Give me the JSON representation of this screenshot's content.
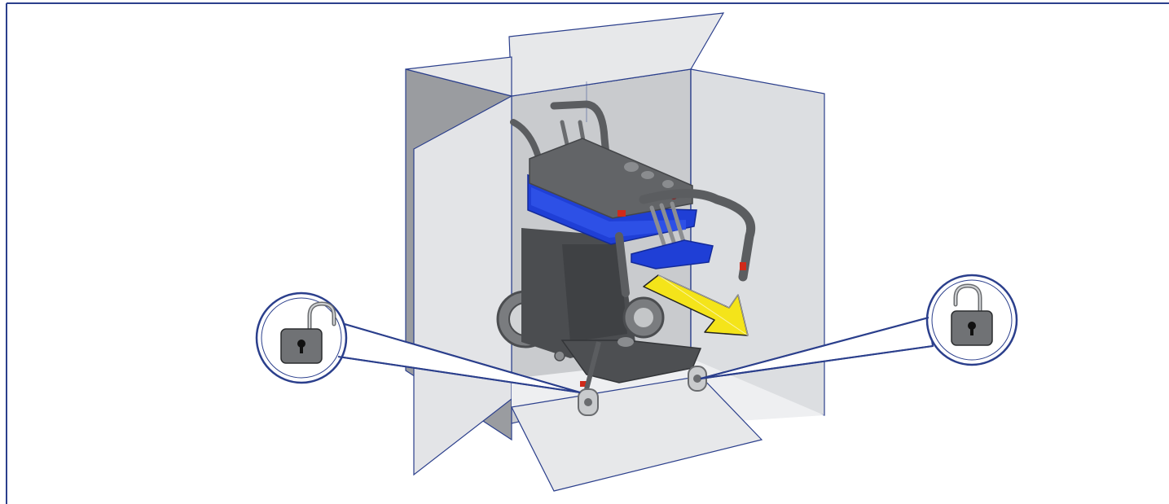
{
  "figure": {
    "kind": "instructional-illustration",
    "subject": "powered-wheelchair-unboxing",
    "callouts": [
      {
        "name": "left-caster-lock",
        "icon": "unlocked-padlock-icon",
        "state": "unlocked"
      },
      {
        "name": "right-caster-lock",
        "icon": "unlocked-padlock-icon",
        "state": "unlocked"
      }
    ],
    "direction_arrow": {
      "icon": "arrow-icon",
      "meaning": "roll-out"
    }
  },
  "colors": {
    "frame_border": "#2b3f8c",
    "box_outline": "#2b3f8c",
    "box_panel_light": "#e7e8ea",
    "box_panel_mid": "#d4d6d9",
    "box_panel_dark": "#9a9ca0",
    "chair_frame": "#5b5d60",
    "chair_seat_blue": "#1f3fd6",
    "arrow_fill": "#f4e41a",
    "lock_body": "#707275",
    "lock_bubble_fill": "#ffffff",
    "lock_bubble_ring": "#2b3f8c"
  }
}
